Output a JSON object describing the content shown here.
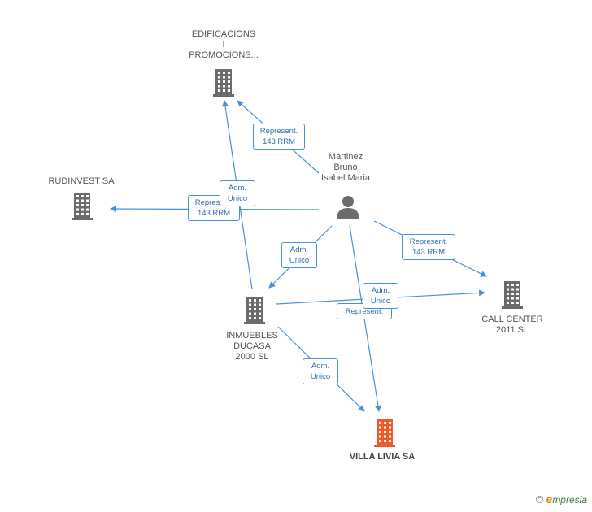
{
  "colors": {
    "edge": "#4a90d9",
    "node": "#6b6b6b",
    "focus": "#f05a28"
  },
  "nodes": {
    "edificacions": {
      "label": [
        "EDIFICACIONS",
        "I",
        "PROMOCIONS..."
      ],
      "icon": "building-icon"
    },
    "rudinvest": {
      "label": [
        "RUDINVEST SA"
      ],
      "icon": "building-icon"
    },
    "martinez": {
      "label": [
        "Martinez",
        "Bruno",
        "Isabel Maria"
      ],
      "icon": "person-icon"
    },
    "call_center": {
      "label": [
        "CALL CENTER",
        "2011 SL"
      ],
      "icon": "building-icon"
    },
    "inmuebles": {
      "label": [
        "INMUEBLES",
        "DUCASA",
        "2000 SL"
      ],
      "icon": "building-icon"
    },
    "villa_livia": {
      "label": [
        "VILLA LIVIA SA"
      ],
      "icon": "building-icon"
    }
  },
  "edges": [
    {
      "id": "represent-edificacions",
      "lines": [
        "Represent.",
        "143 RRM"
      ]
    },
    {
      "id": "represent-rudinvest",
      "lines": [
        "Represent.",
        "143 RRM"
      ]
    },
    {
      "id": "adm-inmuebles-edificacions",
      "lines": [
        "Adm.",
        "Unico"
      ]
    },
    {
      "id": "represent-call-center",
      "lines": [
        "Represent.",
        "143 RRM"
      ]
    },
    {
      "id": "adm-martinez-inmuebles",
      "lines": [
        "Adm.",
        "Unico"
      ]
    },
    {
      "id": "represent-villa-livia",
      "lines": [
        "Represent."
      ]
    },
    {
      "id": "adm-inmuebles-call-center",
      "lines": [
        "Adm.",
        "Unico"
      ]
    },
    {
      "id": "adm-inmuebles-villa-livia",
      "lines": [
        "Adm.",
        "Unico"
      ]
    }
  ],
  "footer": {
    "copyright": "©",
    "brand_initial": "e",
    "brand_rest": "mpresia"
  }
}
